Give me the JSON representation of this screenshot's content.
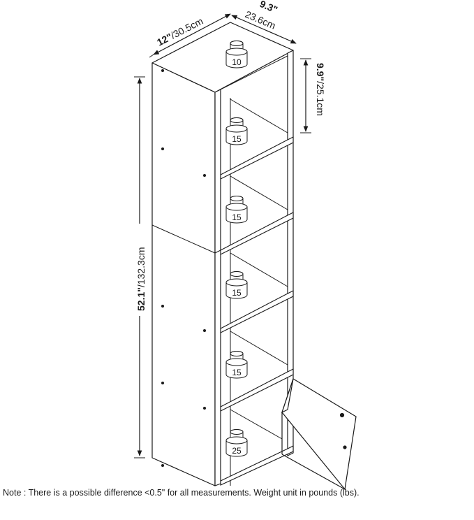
{
  "dimensions": {
    "width_bold": "12\"",
    "width_rest": "/30.5cm",
    "depth_bold": "9.3\"",
    "depth_rest": "23.6cm",
    "shelf_height_bold": "9.9\"",
    "shelf_height_rest": "/25.1cm",
    "total_height_bold": "52.1\"",
    "total_height_rest": "/132.3cm"
  },
  "weights": [
    {
      "position": "top",
      "value": "10"
    },
    {
      "position": "shelf-1",
      "value": "15"
    },
    {
      "position": "shelf-2",
      "value": "15"
    },
    {
      "position": "shelf-3",
      "value": "15"
    },
    {
      "position": "shelf-4",
      "value": "15"
    },
    {
      "position": "shelf-5",
      "value": "25"
    }
  ],
  "note": "Note : There is a possible difference <0.5\" for all measurements. Weight unit in pounds (lbs).",
  "colors": {
    "line": "#1a1a1a",
    "background": "#ffffff"
  }
}
